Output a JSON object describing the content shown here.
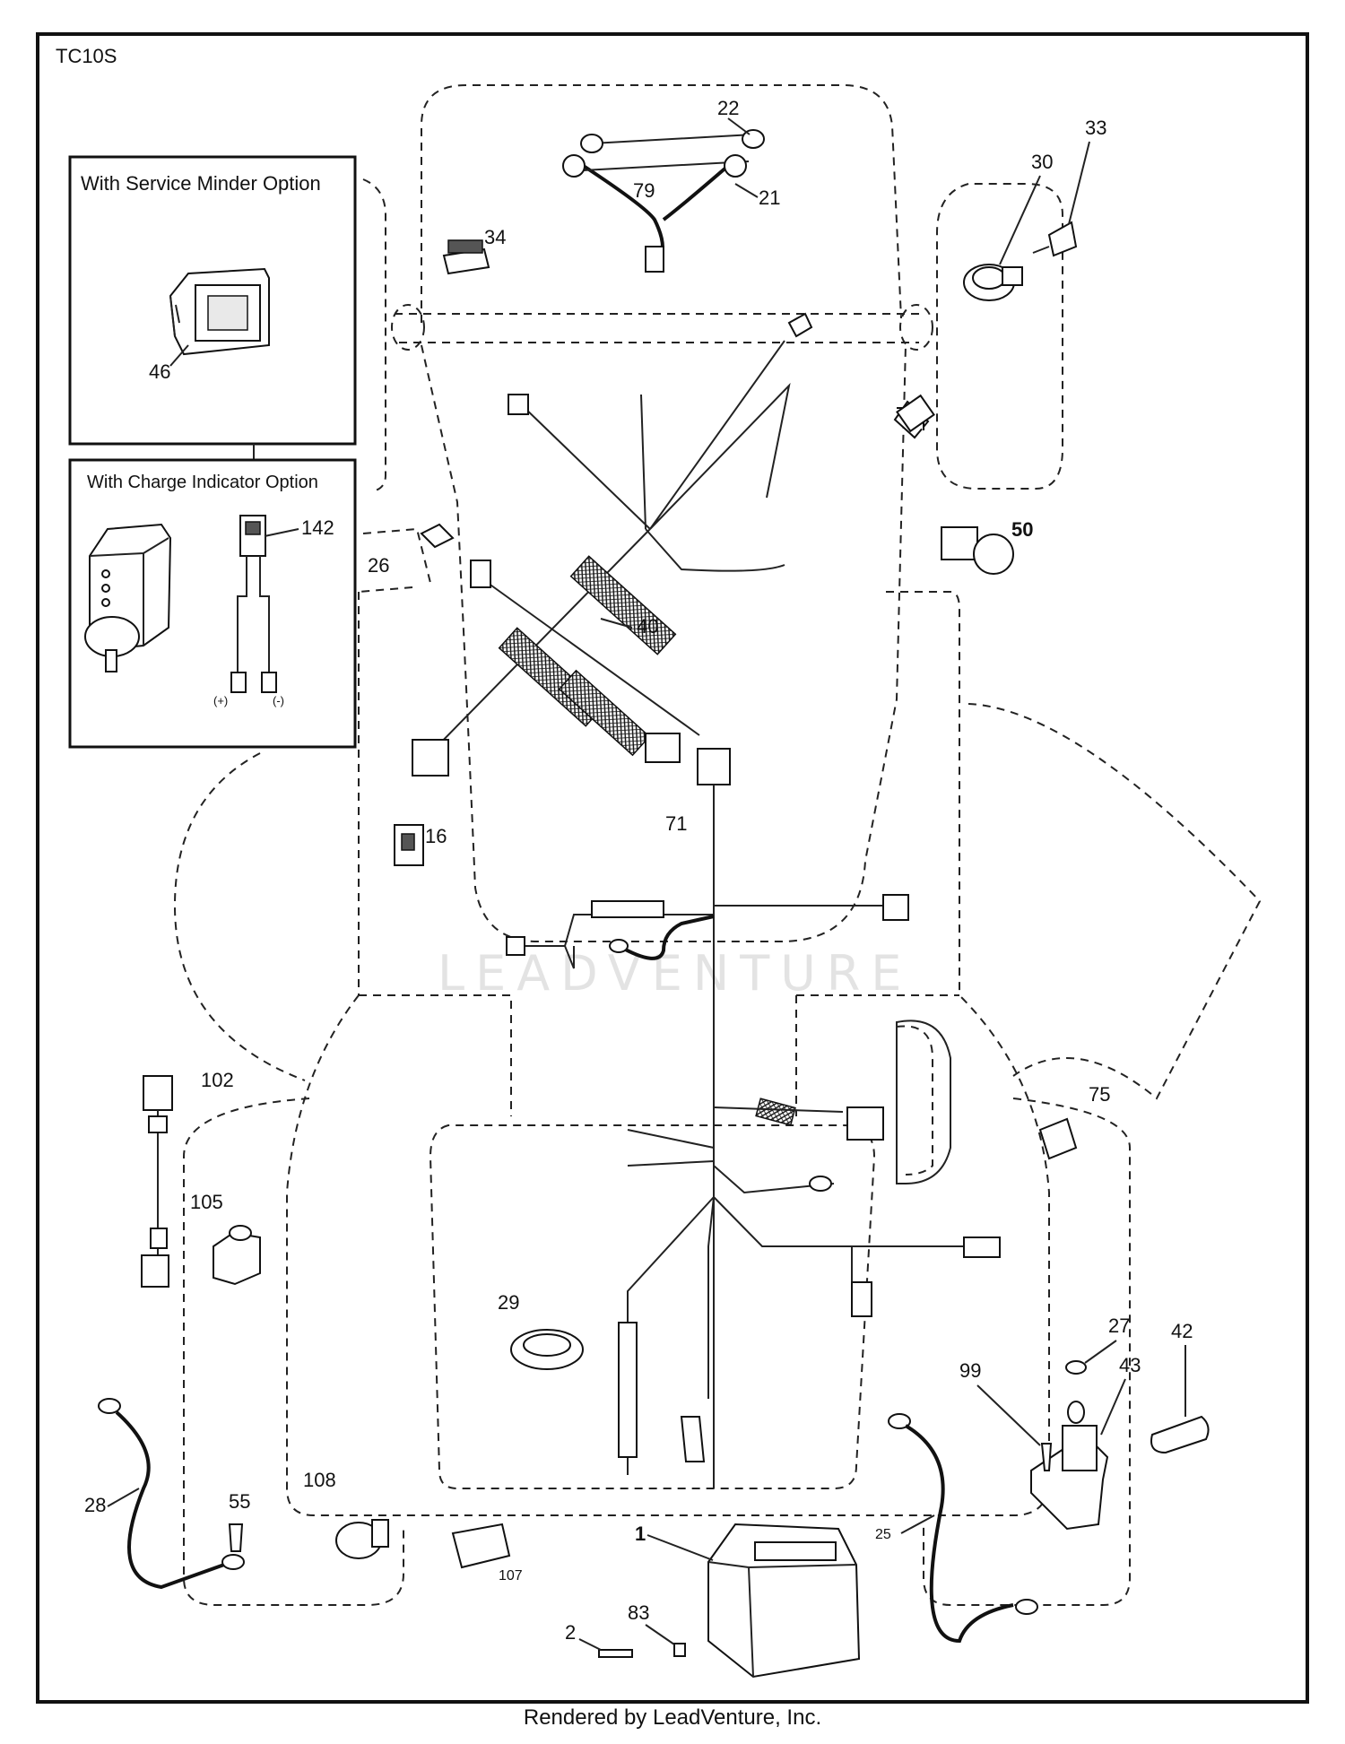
{
  "diagram": {
    "model": "TC10S",
    "footer": "Rendered by LeadVenture, Inc.",
    "watermark": "LEADVENTURE",
    "insets": {
      "service_minder": {
        "title": "With Service Minder Option"
      },
      "charge_indicator": {
        "title": "With Charge Indicator Option",
        "plus": "(+)",
        "minus": "(-)"
      }
    },
    "callouts": {
      "c1": "1",
      "c2": "2",
      "c16": "16",
      "c21": "21",
      "c22": "22",
      "c25": "25",
      "c26": "26",
      "c27": "27",
      "c28": "28",
      "c29": "29",
      "c30": "30",
      "c33": "33",
      "c34": "34",
      "c40": "40",
      "c42": "42",
      "c43": "43",
      "c46": "46",
      "c50": "50",
      "c55": "55",
      "c71": "71",
      "c75": "75",
      "c79": "79",
      "c83": "83",
      "c99": "99",
      "c102": "102",
      "c105": "105",
      "c107": "107",
      "c108": "108",
      "c142": "142"
    }
  }
}
